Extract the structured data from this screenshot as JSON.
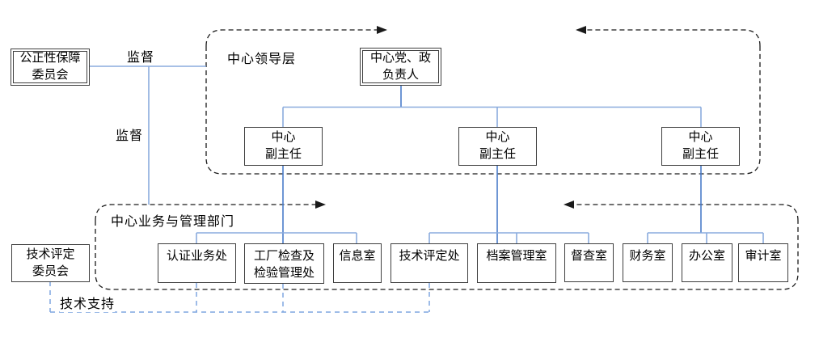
{
  "colors": {
    "trunk_blue": "#4a7cc9",
    "connector_blue": "#8aabdd",
    "dashed_blue": "#7ea6e0",
    "box_border": "#3f3f3f",
    "container_dash": "#1a1a1a",
    "text_color": "#000000"
  },
  "labels": {
    "supervise_top": "监督",
    "supervise_mid": "监督",
    "tech_support": "技术支持"
  },
  "containers": {
    "leadership": {
      "label": "中心领导层"
    },
    "departments": {
      "label": "中心业务与管理部门"
    }
  },
  "nodes": {
    "fairness_committee": {
      "line1": "公正性保障",
      "line2": "委员会"
    },
    "leader": {
      "line1": "中心党、政",
      "line2": "负责人"
    },
    "deputy1": {
      "line1": "中心",
      "line2": "副主任"
    },
    "deputy2": {
      "line1": "中心",
      "line2": "副主任"
    },
    "deputy3": {
      "line1": "中心",
      "line2": "副主任"
    },
    "tech_committee": {
      "line1": "技术评定",
      "line2": "委员会"
    },
    "dept_certification": {
      "line1": "认证业务处"
    },
    "dept_factory": {
      "line1": "工厂检查及",
      "line2": "检验管理处"
    },
    "dept_info": {
      "line1": "信息室"
    },
    "dept_tech_eval": {
      "line1": "技术评定处"
    },
    "dept_archives": {
      "line1": "档案管理室"
    },
    "dept_inspection": {
      "line1": "督查室"
    },
    "dept_finance": {
      "line1": "财务室"
    },
    "dept_office": {
      "line1": "办公室"
    },
    "dept_audit": {
      "line1": "审计室"
    }
  }
}
